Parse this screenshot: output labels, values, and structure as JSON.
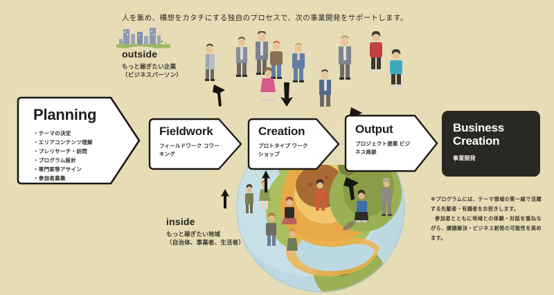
{
  "headline": "人を集め、構想をカタチにする独自のプロセスで、次の事業開発をサポートします。",
  "captions": {
    "outside": {
      "title": "outside",
      "sub_line1": "もっと稼ぎたい企業",
      "sub_line2": "（ビジネスパーソン）",
      "icon": "city-skyline-icon"
    },
    "inside": {
      "title": "inside",
      "sub_line1": "もっと稼ぎたい地域",
      "sub_line2": "（自治体、事業者、生活者）"
    }
  },
  "process": {
    "steps": [
      {
        "id": "planning",
        "title": "Planning",
        "sub": "",
        "bullets": [
          "テーマの決定",
          "エリアコンテンツ理解",
          "プレリサーチ・訪問",
          "プログラム設計",
          "専門家等アサイン",
          "参加者募集"
        ]
      },
      {
        "id": "fieldwork",
        "title": "Fieldwork",
        "sub": "フィールドワーク コワー\nキング",
        "bullets": []
      },
      {
        "id": "creation",
        "title": "Creation",
        "sub": "プロトタイプ ワーク\nショップ",
        "bullets": []
      },
      {
        "id": "output",
        "title": "Output",
        "sub": "プロジェクト提案 ビジ\nネス商談",
        "bullets": []
      },
      {
        "id": "business-creation",
        "title": "Business\nCreation",
        "sub": "事業開発",
        "bullets": []
      }
    ]
  },
  "note": {
    "line1": "※プログラムには、テーマ領域の第一線で活躍する先駆者・有識者をお招きします。",
    "line2": "参加者とともに地域との体験・対話を重ねながら、課題解決・ビジネス創発の可能性を高めます。"
  },
  "illustration": {
    "globe_name": "earth-globe-illustration",
    "ocean_color": "#bcd9e2",
    "land_colors": [
      "#a9bc5c",
      "#8d9c4a",
      "#e8a94a",
      "#f0c96a",
      "#a9672f"
    ],
    "crowd_count": 10,
    "globe_people_count": 9,
    "arrow_down_count": 3,
    "arrow_up_count": 2
  },
  "colors": {
    "background": "#e6dcb5",
    "outline": "#1a1916",
    "box_fill": "#ffffff",
    "dark_box": "#2a2823",
    "text": "#2b2a25"
  }
}
